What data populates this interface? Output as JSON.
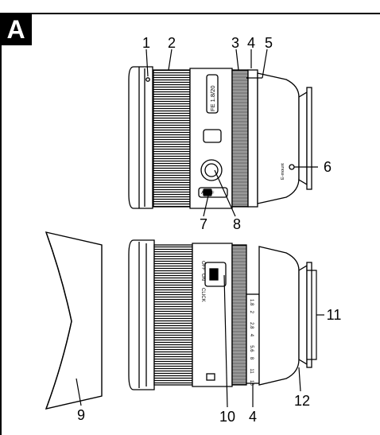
{
  "section_label": "A",
  "callouts": {
    "n1": "1",
    "n2": "2",
    "n3": "3",
    "n4_top": "4",
    "n5": "5",
    "n6": "6",
    "n7": "7",
    "n8": "8",
    "n9": "9",
    "n10": "10",
    "n4_bottom": "4",
    "n11": "11",
    "n12": "12"
  },
  "lens_markings": {
    "model_label": "FE 1.8/20",
    "mount_label": "E-mount",
    "af_mf_switch": "AF MF",
    "aperture_click_off": "OFF",
    "aperture_click_on": "ON",
    "aperture_click_label": "CLICK",
    "aperture_scale": [
      "1.8",
      "2",
      "2.8",
      "4",
      "5.6",
      "8",
      "11",
      "16"
    ]
  }
}
